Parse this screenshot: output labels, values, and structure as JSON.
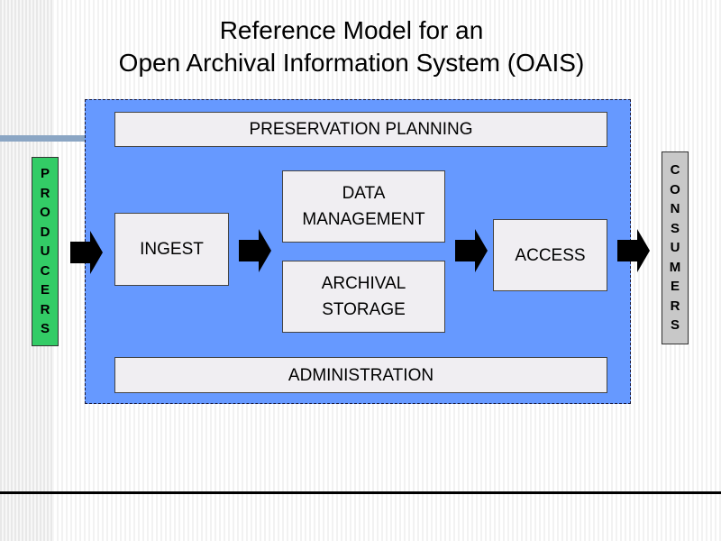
{
  "title": {
    "line1": "Reference Model for an",
    "line2": "Open Archival Information System (OAIS)"
  },
  "producers": {
    "letters": [
      "P",
      "R",
      "O",
      "D",
      "U",
      "C",
      "E",
      "R",
      "S"
    ],
    "color": "#33cc66"
  },
  "consumers": {
    "letters": [
      "C",
      "O",
      "N",
      "S",
      "U",
      "M",
      "E",
      "R",
      "S"
    ],
    "color": "#c8c8c8"
  },
  "boxes": {
    "preservation_planning": "PRESERVATION PLANNING",
    "ingest": "INGEST",
    "data_management": {
      "line1": "DATA",
      "line2": "MANAGEMENT"
    },
    "archival_storage": {
      "line1": "ARCHIVAL",
      "line2": "STORAGE"
    },
    "access": "ACCESS",
    "administration": "ADMINISTRATION"
  },
  "colors": {
    "system_background": "#6699ff",
    "box_fill": "#f0eef2",
    "accent_bar": "#8ba6c4"
  }
}
